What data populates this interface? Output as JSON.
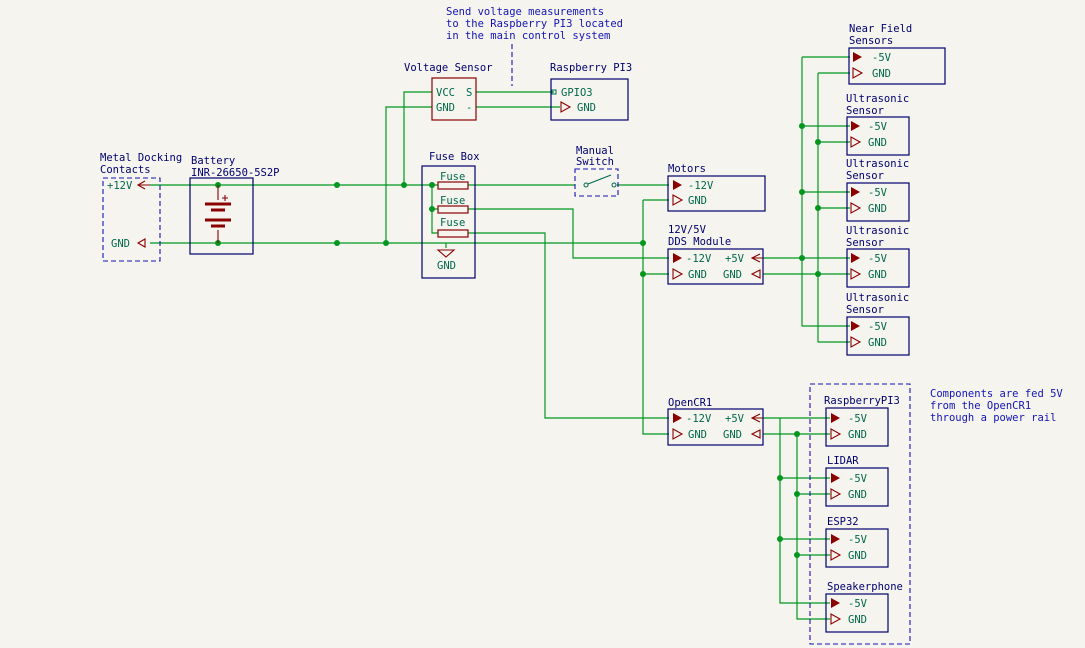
{
  "schematic": {
    "note_top": [
      "Send voltage measurements",
      "to the Raspberry PI3 located",
      "in the main control system"
    ],
    "note_right": [
      "Components are fed 5V",
      "from the OpenCR1",
      "through a power rail"
    ],
    "docking": {
      "title": [
        "Metal Docking",
        "Contacts"
      ],
      "pos": "+12V",
      "gnd": "GND"
    },
    "battery": {
      "title": [
        "Battery",
        "INR-26650-5S2P"
      ]
    },
    "voltage_sensor": {
      "title": "Voltage Sensor",
      "vcc": "VCC",
      "s": "S",
      "gnd": "GND",
      "minus": "-"
    },
    "rpi_top": {
      "title": "Raspberry PI3",
      "gpio": "GPIO3",
      "gnd": "GND"
    },
    "fuse_box": {
      "title": "Fuse Box",
      "fuses": [
        "Fuse",
        "Fuse",
        "Fuse"
      ],
      "gnd": "GND"
    },
    "switch": {
      "title": [
        "Manual",
        "Switch"
      ]
    },
    "motors": {
      "title": "Motors",
      "v12": "-12V",
      "gnd": "GND"
    },
    "dds": {
      "title": [
        "12V/5V",
        "DDS Module"
      ],
      "in": "-12V",
      "out": "+5V",
      "gnd_in": "GND",
      "gnd_out": "GND"
    },
    "near_field": {
      "title": [
        "Near Field",
        "Sensors"
      ],
      "v5": "-5V",
      "gnd": "GND"
    },
    "ultrasonic": [
      {
        "title": [
          "Ultrasonic",
          "Sensor"
        ],
        "v5": "-5V",
        "gnd": "GND"
      },
      {
        "title": [
          "Ultrasonic",
          "Sensor"
        ],
        "v5": "-5V",
        "gnd": "GND"
      },
      {
        "title": [
          "Ultrasonic",
          "Sensor"
        ],
        "v5": "-5V",
        "gnd": "GND"
      },
      {
        "title": [
          "Ultrasonic",
          "Sensor"
        ],
        "v5": "-5V",
        "gnd": "GND"
      }
    ],
    "opencr": {
      "title": "OpenCR1",
      "in": "-12V",
      "out": "+5V",
      "gnd_in": "GND",
      "gnd_out": "GND"
    },
    "rail": [
      {
        "title": "RaspberryPI3",
        "v5": "-5V",
        "gnd": "GND"
      },
      {
        "title": "LIDAR",
        "v5": "-5V",
        "gnd": "GND"
      },
      {
        "title": "ESP32",
        "v5": "-5V",
        "gnd": "GND"
      },
      {
        "title": "Speakerphone",
        "v5": "-5V",
        "gnd": "GND"
      }
    ]
  }
}
